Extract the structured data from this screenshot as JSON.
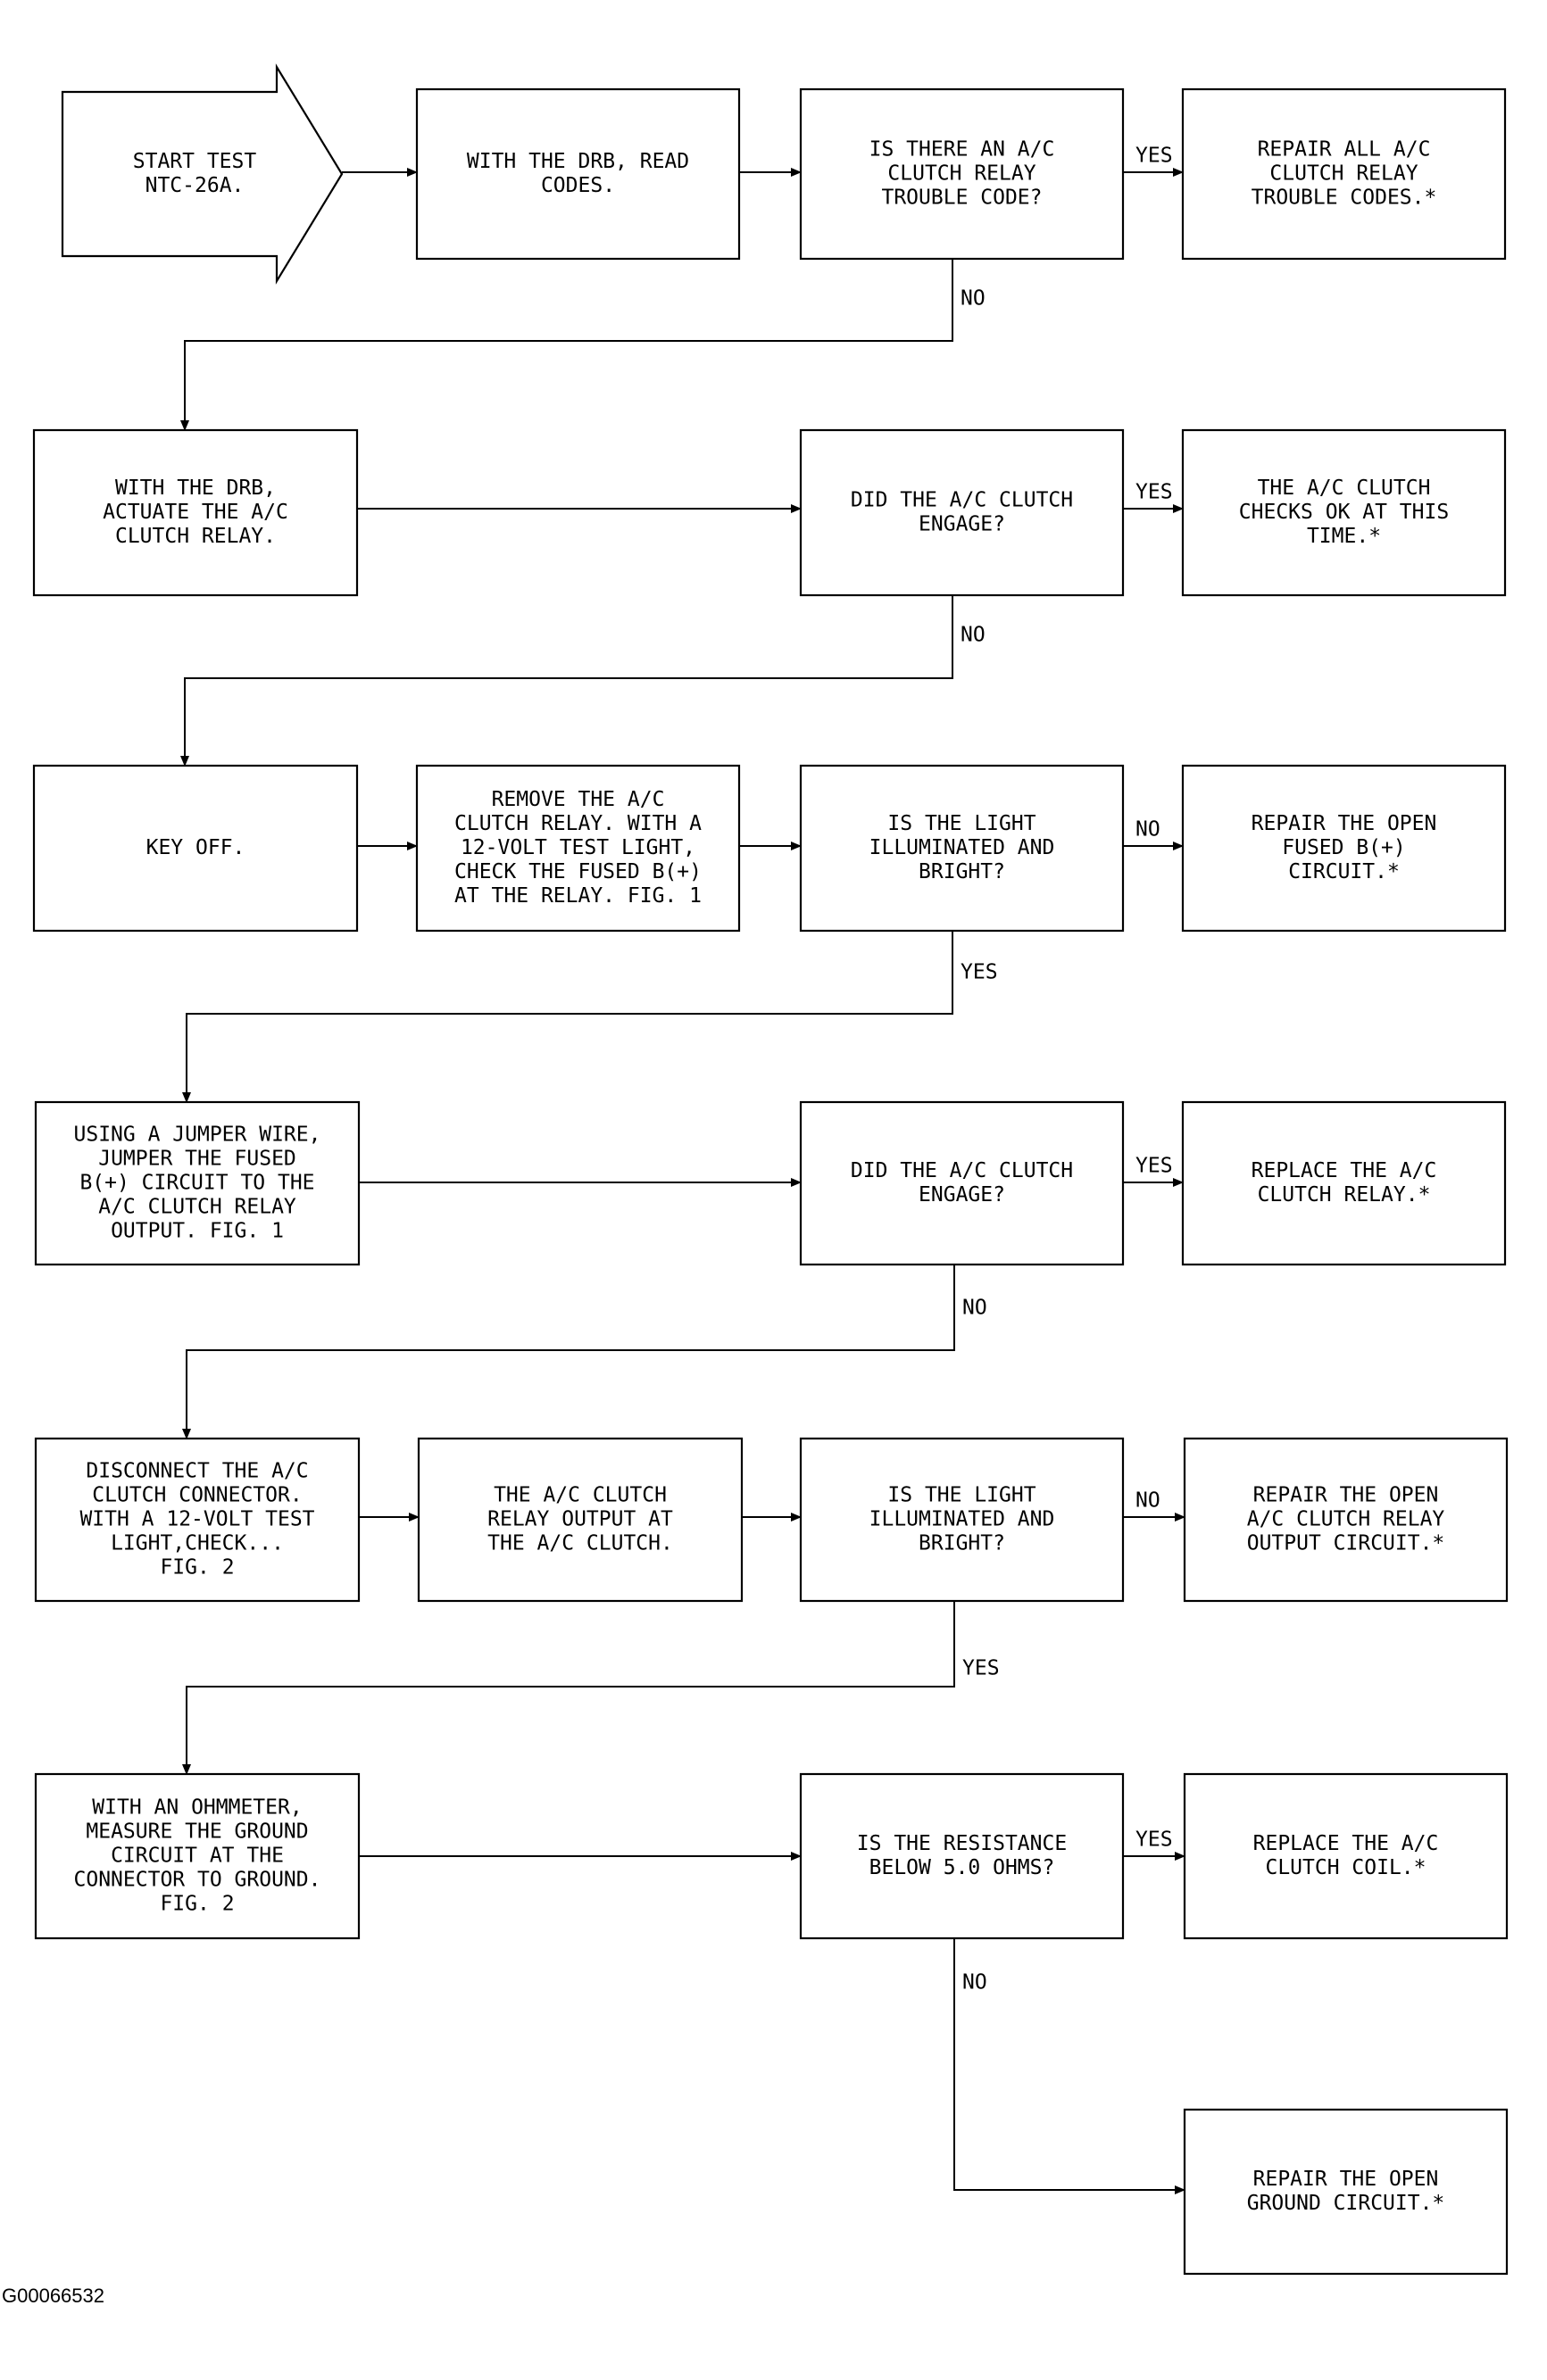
{
  "figure_code": "G00066532",
  "nodes": [
    {
      "id": "start",
      "shape": "arrow",
      "lines": [
        "START TEST",
        "NTC-26A."
      ]
    },
    {
      "id": "read-codes",
      "lines": [
        "WITH THE DRB, READ",
        "CODES."
      ]
    },
    {
      "id": "q-trouble-code",
      "lines": [
        "IS THERE AN A/C",
        "CLUTCH RELAY",
        "TROUBLE CODE?"
      ]
    },
    {
      "id": "repair-codes",
      "lines": [
        "REPAIR ALL A/C",
        "CLUTCH RELAY",
        "TROUBLE CODES.*"
      ]
    },
    {
      "id": "actuate-relay",
      "lines": [
        "WITH THE DRB,",
        "ACTUATE THE A/C",
        "CLUTCH RELAY."
      ]
    },
    {
      "id": "q-engage-1",
      "lines": [
        "DID THE A/C CLUTCH",
        "ENGAGE?"
      ]
    },
    {
      "id": "checks-ok",
      "lines": [
        "THE A/C CLUTCH",
        "CHECKS OK AT THIS",
        "TIME.*"
      ]
    },
    {
      "id": "key-off",
      "lines": [
        "KEY OFF."
      ]
    },
    {
      "id": "remove-relay",
      "lines": [
        "REMOVE THE A/C",
        "CLUTCH RELAY. WITH A",
        "12-VOLT TEST LIGHT,",
        "CHECK THE FUSED B(+)",
        "AT THE RELAY. FIG. 1"
      ]
    },
    {
      "id": "q-light-1",
      "lines": [
        "IS THE LIGHT",
        "ILLUMINATED AND",
        "BRIGHT?"
      ]
    },
    {
      "id": "repair-fused",
      "lines": [
        "REPAIR THE OPEN",
        "FUSED B(+)",
        "CIRCUIT.*"
      ]
    },
    {
      "id": "jumper-wire",
      "lines": [
        "USING A JUMPER WIRE,",
        "JUMPER THE FUSED",
        "B(+) CIRCUIT TO THE",
        "A/C CLUTCH RELAY",
        "OUTPUT.   FIG. 1"
      ]
    },
    {
      "id": "q-engage-2",
      "lines": [
        "DID THE A/C CLUTCH",
        "ENGAGE?"
      ]
    },
    {
      "id": "replace-relay",
      "lines": [
        "REPLACE THE A/C",
        "CLUTCH RELAY.*"
      ]
    },
    {
      "id": "disconnect",
      "lines": [
        "DISCONNECT THE A/C",
        "CLUTCH CONNECTOR.",
        "WITH A 12-VOLT TEST",
        "LIGHT,CHECK...",
        "FIG. 2"
      ]
    },
    {
      "id": "relay-output",
      "lines": [
        "THE A/C CLUTCH",
        "RELAY OUTPUT AT",
        "THE A/C CLUTCH."
      ]
    },
    {
      "id": "q-light-2",
      "lines": [
        "IS THE LIGHT",
        "ILLUMINATED AND",
        "BRIGHT?"
      ]
    },
    {
      "id": "repair-output",
      "lines": [
        "REPAIR THE OPEN",
        "A/C CLUTCH RELAY",
        "OUTPUT CIRCUIT.*"
      ]
    },
    {
      "id": "ohmmeter",
      "lines": [
        "WITH AN OHMMETER,",
        "MEASURE THE GROUND",
        "CIRCUIT AT THE",
        "CONNECTOR TO GROUND.",
        "FIG. 2"
      ]
    },
    {
      "id": "q-resistance",
      "lines": [
        "IS THE RESISTANCE",
        "BELOW 5.0 OHMS?"
      ]
    },
    {
      "id": "replace-coil",
      "lines": [
        "REPLACE THE A/C",
        "CLUTCH COIL.*"
      ]
    },
    {
      "id": "repair-ground",
      "lines": [
        "REPAIR THE OPEN",
        "GROUND CIRCUIT.*"
      ]
    }
  ],
  "edges": [
    {
      "from": "start",
      "to": "read-codes",
      "label": ""
    },
    {
      "from": "read-codes",
      "to": "q-trouble-code",
      "label": ""
    },
    {
      "from": "q-trouble-code",
      "to": "repair-codes",
      "label": "YES"
    },
    {
      "from": "q-trouble-code",
      "to": "actuate-relay",
      "label": "NO"
    },
    {
      "from": "actuate-relay",
      "to": "q-engage-1",
      "label": ""
    },
    {
      "from": "q-engage-1",
      "to": "checks-ok",
      "label": "YES"
    },
    {
      "from": "q-engage-1",
      "to": "key-off",
      "label": "NO"
    },
    {
      "from": "key-off",
      "to": "remove-relay",
      "label": ""
    },
    {
      "from": "remove-relay",
      "to": "q-light-1",
      "label": ""
    },
    {
      "from": "q-light-1",
      "to": "repair-fused",
      "label": "NO"
    },
    {
      "from": "q-light-1",
      "to": "jumper-wire",
      "label": "YES"
    },
    {
      "from": "jumper-wire",
      "to": "q-engage-2",
      "label": ""
    },
    {
      "from": "q-engage-2",
      "to": "replace-relay",
      "label": "YES"
    },
    {
      "from": "q-engage-2",
      "to": "disconnect",
      "label": "NO"
    },
    {
      "from": "disconnect",
      "to": "relay-output",
      "label": ""
    },
    {
      "from": "relay-output",
      "to": "q-light-2",
      "label": ""
    },
    {
      "from": "q-light-2",
      "to": "repair-output",
      "label": "NO"
    },
    {
      "from": "q-light-2",
      "to": "ohmmeter",
      "label": "YES"
    },
    {
      "from": "ohmmeter",
      "to": "q-resistance",
      "label": ""
    },
    {
      "from": "q-resistance",
      "to": "replace-coil",
      "label": "YES"
    },
    {
      "from": "q-resistance",
      "to": "repair-ground",
      "label": "NO"
    }
  ]
}
